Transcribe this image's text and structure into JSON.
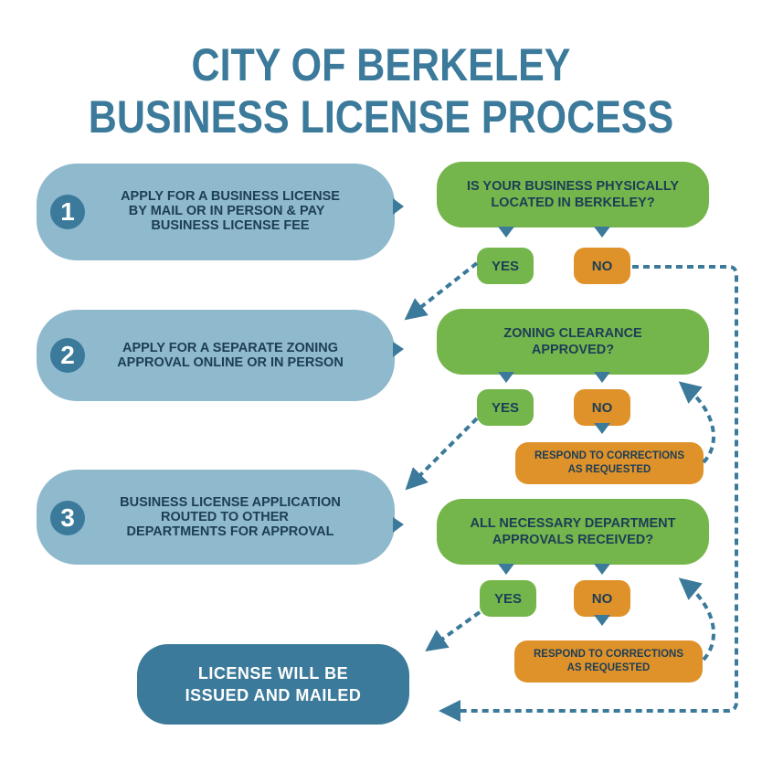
{
  "title": {
    "line1": "CITY OF BERKELEY",
    "line2": "BUSINESS LICENSE PROCESS"
  },
  "colors": {
    "title_blue": "#3b7a9a",
    "step_light_blue": "#8fb9cc",
    "decision_green": "#74b64c",
    "no_orange": "#e0922a",
    "text_navy": "#1c3e56",
    "arrow_blue": "#3b7a9a"
  },
  "steps": [
    {
      "number": "1",
      "text": "APPLY FOR A BUSINESS LICENSE\n BY MAIL OR IN PERSON & PAY   \nBUSINESS LICENSE FEE"
    },
    {
      "number": "2",
      "text": "APPLY FOR A SEPARATE ZONING\nAPPROVAL ONLINE OR IN PERSON"
    },
    {
      "number": "3",
      "text": "BUSINESS LICENSE APPLICATION\nROUTED TO OTHER   \nDEPARTMENTS FOR APPROVAL"
    }
  ],
  "decisions": [
    {
      "question": "IS YOUR BUSINESS PHYSICALLY\nLOCATED IN BERKELEY?",
      "yes": "YES",
      "no": "NO"
    },
    {
      "question": "ZONING CLEARANCE\nAPPROVED?",
      "yes": "YES",
      "no": "NO",
      "correction": "RESPOND TO CORRECTIONS\nAS REQUESTED"
    },
    {
      "question": "ALL NECESSARY DEPARTMENT\nAPPROVALS RECEIVED?",
      "yes": "YES",
      "no": "NO",
      "correction": "RESPOND TO CORRECTIONS\nAS REQUESTED"
    }
  ],
  "final": {
    "text": "LICENSE WILL BE\nISSUED AND MAILED"
  },
  "icons": {
    "solid_arrow": "triangle-right",
    "dashed_connector": "dotted-arrow"
  }
}
